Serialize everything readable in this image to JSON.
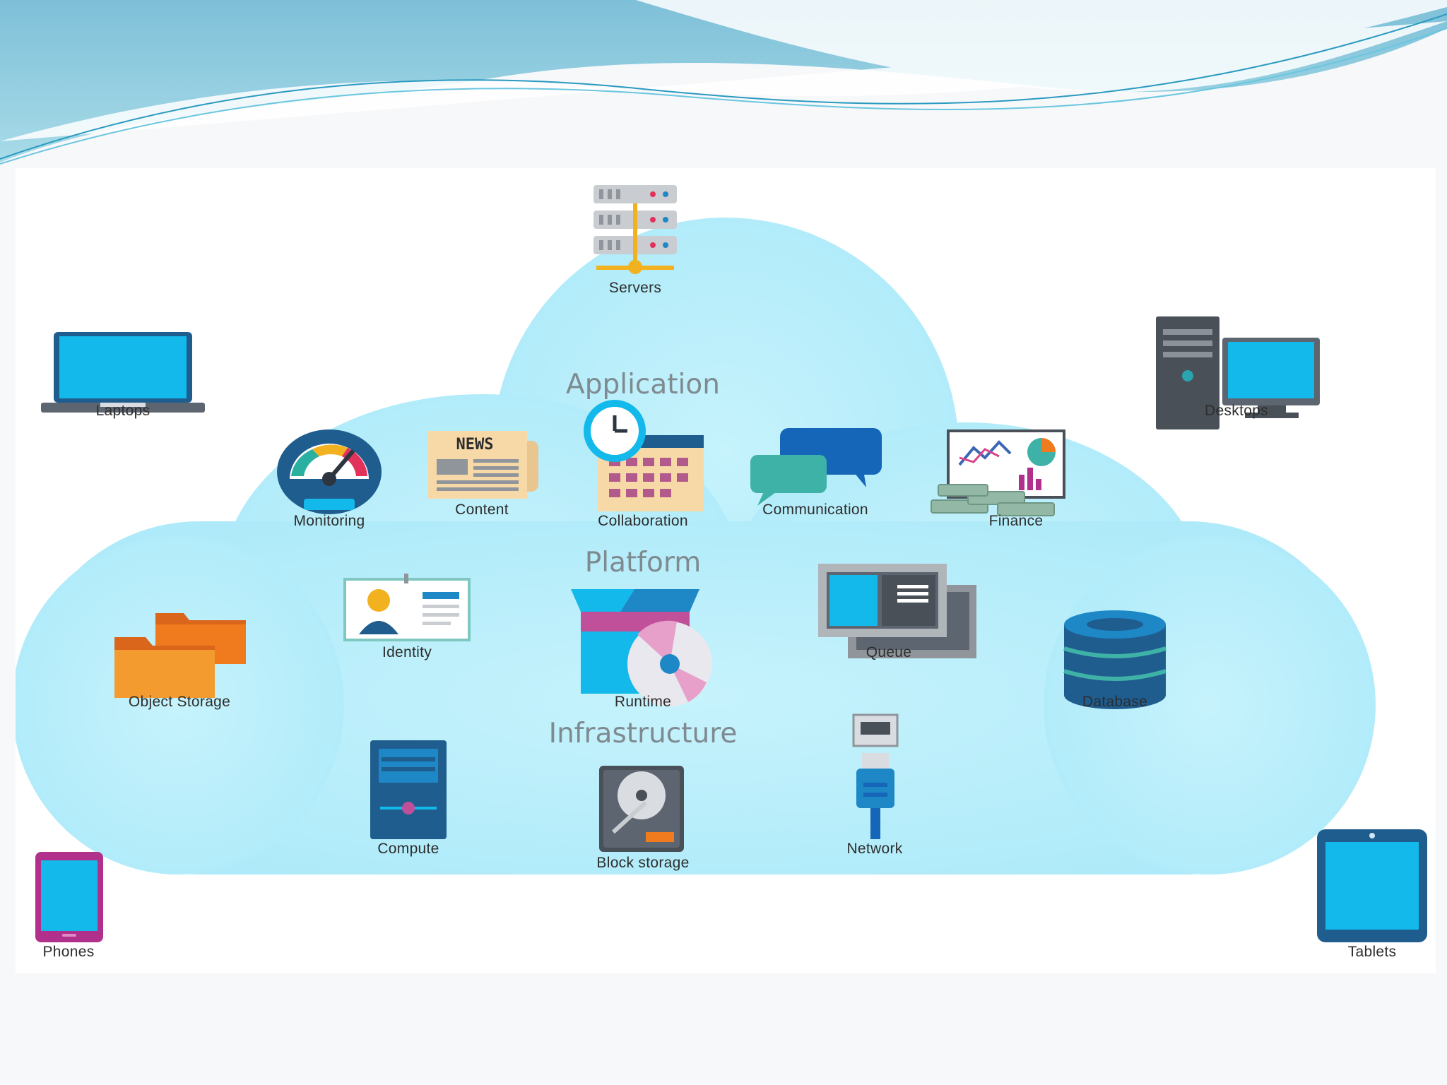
{
  "sections": {
    "application": "Application",
    "platform": "Platform",
    "infrastructure": "Infrastructure"
  },
  "devices": {
    "servers": "Servers",
    "laptops": "Laptops",
    "desktops": "Desktops",
    "phones": "Phones",
    "tablets": "Tablets"
  },
  "application": {
    "monitoring": "Monitoring",
    "content": "Content",
    "collaboration": "Collaboration",
    "communication": "Communication",
    "finance": "Finance"
  },
  "platform": {
    "object_storage": "Object Storage",
    "identity": "Identity",
    "runtime": "Runtime",
    "queue": "Queue",
    "database": "Database"
  },
  "infrastructure": {
    "compute": "Compute",
    "block_storage": "Block storage",
    "network": "Network"
  },
  "icon_text": {
    "news": "NEWS"
  },
  "colors": {
    "cloud": "#b3ecfa",
    "screen_blue": "#12b9ea",
    "dark_blue": "#1f5d8f",
    "orange": "#f07a1e",
    "section_text": "#7f8a90"
  }
}
